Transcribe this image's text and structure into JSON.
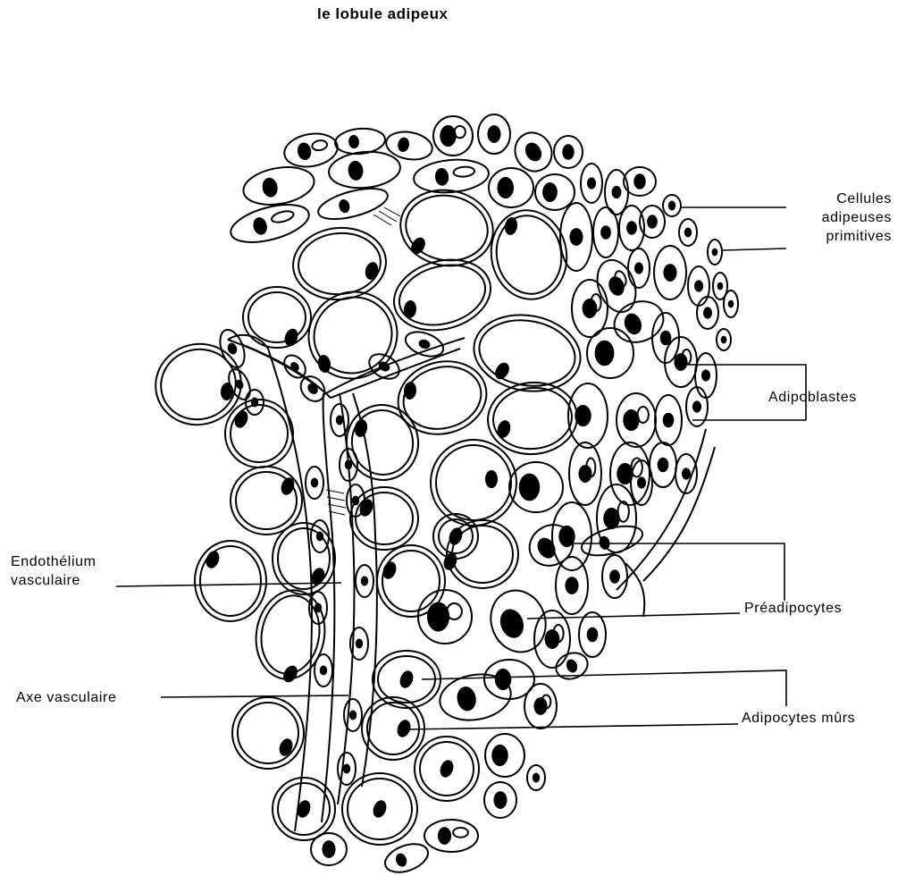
{
  "title": "le lobule adipeux",
  "labels": {
    "cellules_primitives": [
      "Cellules",
      "adipeuses",
      "primitives"
    ],
    "adipoblastes": "Adipoblastes",
    "endothelium": [
      "Endothélium",
      "vasculaire"
    ],
    "preadipocytes": "Préadipocytes",
    "axe_vasculaire": "Axe vasculaire",
    "adipocytes_murs": "Adipocytes mûrs"
  },
  "colors": {
    "ink": "#000000",
    "paper": "#ffffff"
  }
}
